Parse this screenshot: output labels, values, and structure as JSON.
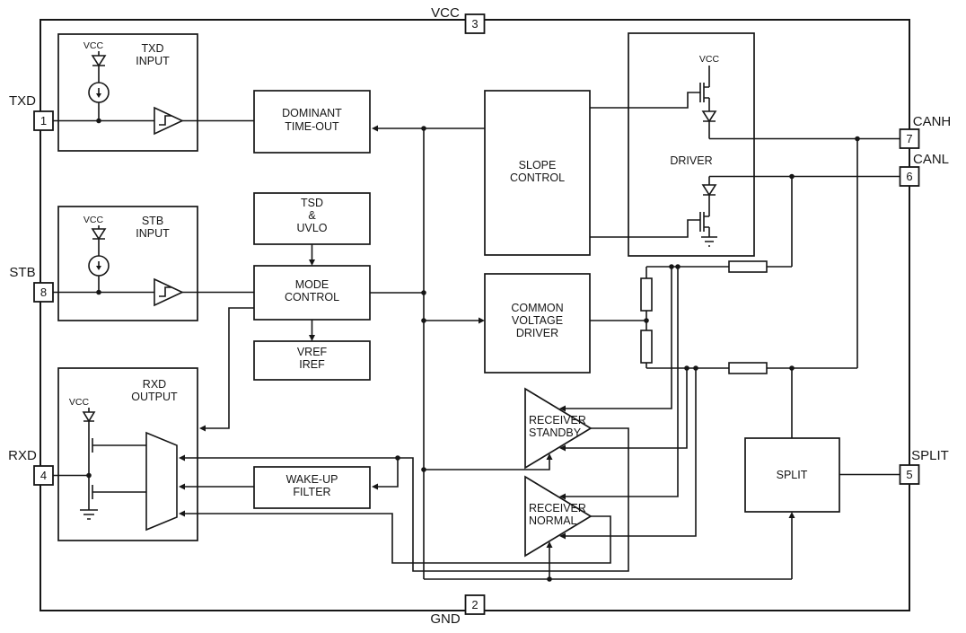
{
  "pins": {
    "txd": {
      "label": "TXD",
      "number": "1"
    },
    "stb": {
      "label": "STB",
      "number": "8"
    },
    "rxd": {
      "label": "RXD",
      "number": "4"
    },
    "vcc": {
      "label": "VCC",
      "number": "3"
    },
    "gnd": {
      "label": "GND",
      "number": "2"
    },
    "canh": {
      "label": "CANH",
      "number": "7"
    },
    "canl": {
      "label": "CANL",
      "number": "6"
    },
    "split": {
      "label": "SPLIT",
      "number": "5"
    }
  },
  "blocks": {
    "txd_input": {
      "line1": "TXD",
      "line2": "INPUT",
      "vcc": "VCC"
    },
    "stb_input": {
      "line1": "STB",
      "line2": "INPUT",
      "vcc": "VCC"
    },
    "rxd_output": {
      "line1": "RXD",
      "line2": "OUTPUT",
      "vcc": "VCC"
    },
    "dominant_timeout": {
      "line1": "DOMINANT",
      "line2": "TIME-OUT"
    },
    "tsd_uvlo": {
      "line1": "TSD",
      "line2": "&",
      "line3": "UVLO"
    },
    "mode_control": {
      "line1": "MODE",
      "line2": "CONTROL"
    },
    "vref_iref": {
      "line1": "VREF",
      "line2": "IREF"
    },
    "wakeup_filter": {
      "line1": "WAKE-UP",
      "line2": "FILTER"
    },
    "slope_control": {
      "line1": "SLOPE",
      "line2": "CONTROL"
    },
    "driver": {
      "label": "DRIVER",
      "vcc": "VCC"
    },
    "common_voltage_driver": {
      "line1": "COMMON",
      "line2": "VOLTAGE",
      "line3": "DRIVER"
    },
    "receiver_standby": {
      "line1": "RECEIVER",
      "line2": "STANDBY"
    },
    "receiver_normal": {
      "line1": "RECEIVER",
      "line2": "NORMAL"
    },
    "split": {
      "label": "SPLIT"
    }
  },
  "colors": {
    "line": "#161616",
    "background": "#ffffff"
  }
}
